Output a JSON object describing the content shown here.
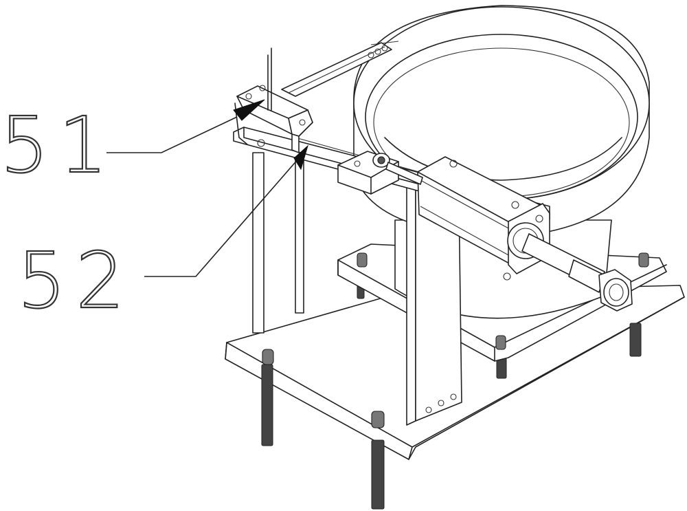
{
  "labels": [
    {
      "id": "51",
      "text": "51"
    },
    {
      "id": "52",
      "text": "52"
    }
  ],
  "colors": {
    "background": "#ffffff",
    "line": "#222222",
    "shade": "#d9d9d9"
  }
}
